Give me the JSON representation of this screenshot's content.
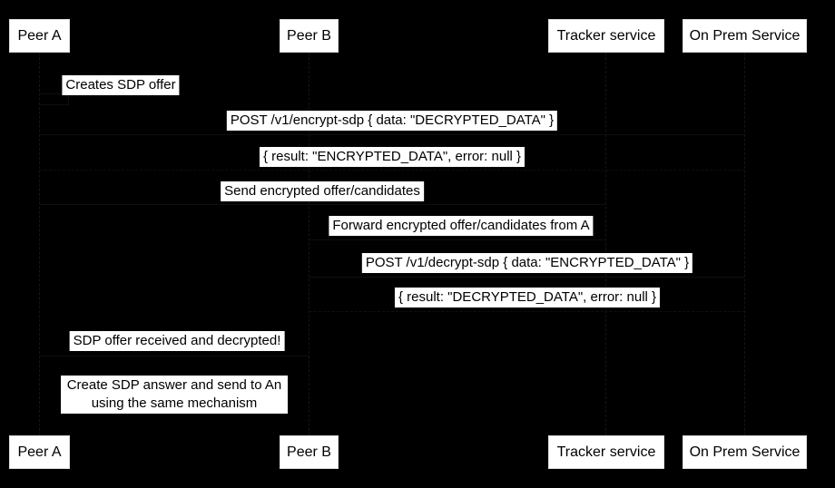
{
  "diagram": {
    "type": "sequence-diagram",
    "participants": [
      {
        "id": "peer-a",
        "label": "Peer A"
      },
      {
        "id": "peer-b",
        "label": "Peer B"
      },
      {
        "id": "tracker-service",
        "label": "Tracker service"
      },
      {
        "id": "on-prem-service",
        "label": "On Prem Service"
      }
    ],
    "messages": [
      "Creates SDP offer",
      "POST /v1/encrypt-sdp { data: \"DECRYPTED_DATA\" }",
      "{ result: \"ENCRYPTED_DATA\", error: null }",
      "Send encrypted offer/candidates",
      "Forward encrypted offer/candidates from A",
      "POST /v1/decrypt-sdp { data: \"ENCRYPTED_DATA\" }",
      "{ result: \"DECRYPTED_DATA\", error: null }",
      "SDP offer received and decrypted!"
    ],
    "note": {
      "line1": "Create SDP answer and send to An",
      "line2": "using the same mechanism"
    },
    "colors": {
      "background": "#000000",
      "box_fill": "#ffffff",
      "text": "#000000",
      "line": "#0f0f0f"
    }
  }
}
